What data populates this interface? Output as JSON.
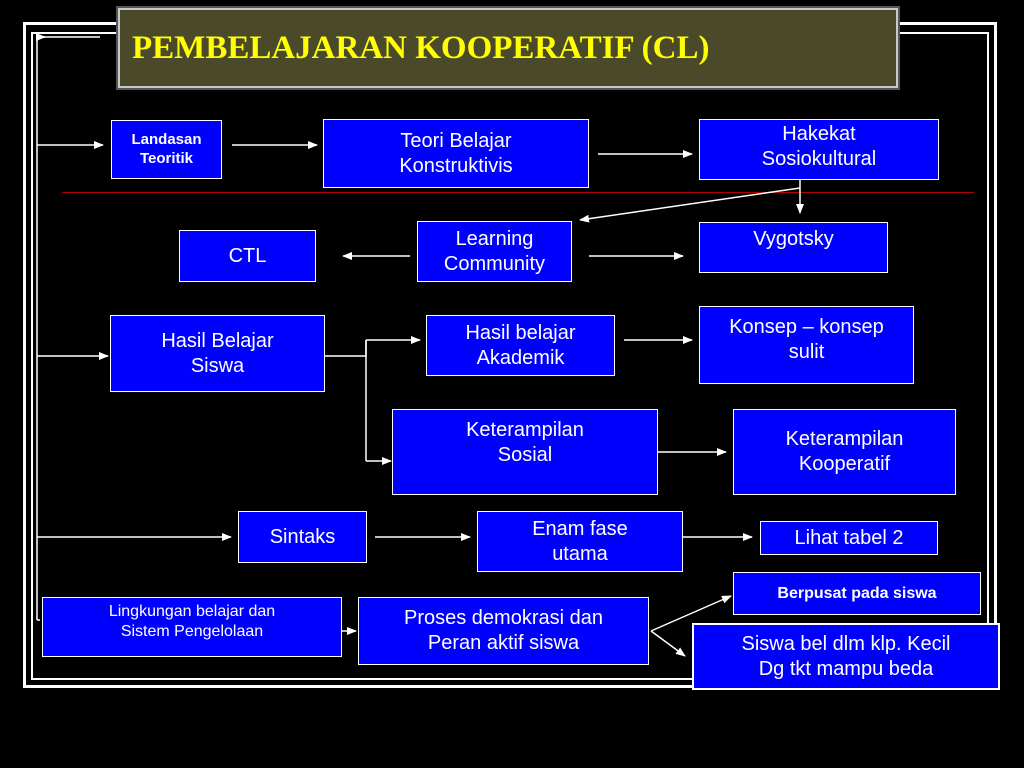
{
  "title": "PEMBELAJARAN KOOPERATIF (CL)",
  "nodes": {
    "landasan": "Landasan\nTeoritik",
    "teori": "Teori Belajar\nKonstruktivis",
    "hakekat": "Hakekat\nSosiokultural",
    "ctl": "CTL",
    "learning": "Learning\nCommunity",
    "vygotsky": "Vygotsky",
    "hasil_siswa": "Hasil Belajar\nSiswa",
    "hasil_akademik": "Hasil belajar\nAkademik",
    "konsep": "Konsep – konsep\nsulit",
    "ket_sosial": "Keterampilan\nSosial",
    "ket_koop": "Keterampilan\nKooperatif",
    "sintaks": "Sintaks",
    "enam_fase": "Enam fase\nutama",
    "lihat_tabel": "Lihat tabel 2",
    "lingkungan": "Lingkungan belajar dan\nSistem Pengelolaan",
    "proses": "Proses demokrasi dan\nPeran aktif siswa",
    "berpusat": "Berpusat pada siswa",
    "siswa_bel": "Siswa bel dlm klp. Kecil\nDg tkt mampu beda"
  },
  "colors": {
    "node_fill": "#0000ff",
    "title_text": "#ffff00",
    "title_fill": "#4a4a2a",
    "background": "#000000",
    "divider": "#b00000"
  }
}
